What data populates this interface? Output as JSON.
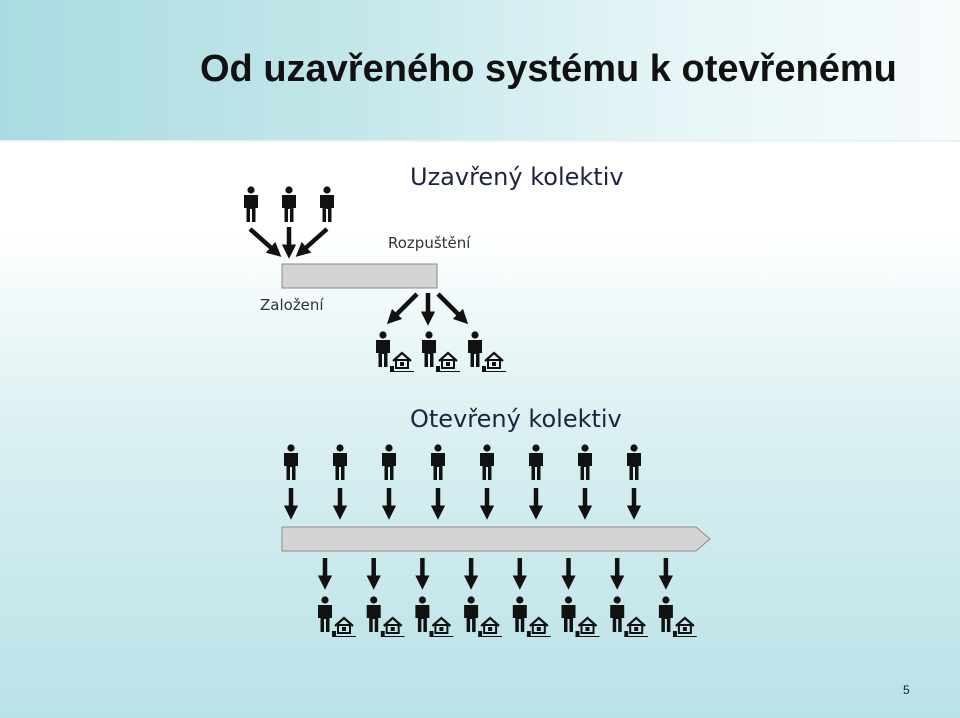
{
  "slide": {
    "title": "Od uzavřeného systému k otevřenému",
    "closed_heading": "Uzavřený kolektiv",
    "dissolution_label": "Rozpuštění",
    "founding_label": "Založení",
    "open_heading": "Otevřený kolektiv",
    "page_number": "5"
  },
  "colors": {
    "bar": "#d4d4d4",
    "icon": "#111111",
    "heading": "#1d2440"
  },
  "icons": {
    "person": "person-icon",
    "house": "house-icon",
    "arrow": "arrow-icon"
  }
}
